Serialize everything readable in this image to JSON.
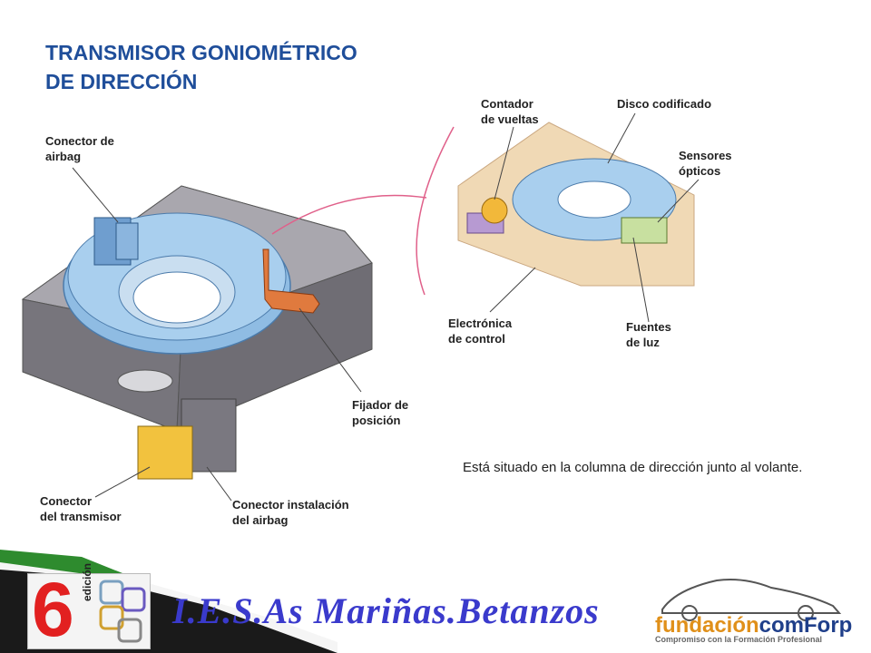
{
  "title": {
    "line1": "TRANSMISOR GONIOMÉTRICO",
    "line2": "DE DIRECCIÓN"
  },
  "labels": {
    "conector_airbag": [
      "Conector de",
      "airbag"
    ],
    "fijador": [
      "Fijador de",
      "posición"
    ],
    "conector_transmisor": [
      "Conector",
      "del transmisor"
    ],
    "conector_instalacion": [
      "Conector instalación",
      "del airbag"
    ],
    "contador": [
      "Contador",
      "de vueltas"
    ],
    "disco": [
      "Disco codificado"
    ],
    "sensores": [
      "Sensores",
      "ópticos"
    ],
    "electronica": [
      "Electrónica",
      "de control"
    ],
    "fuentes": [
      "Fuentes",
      "de luz"
    ]
  },
  "description": "Está situado en la columna de dirección junto al volante.",
  "footer": {
    "school": "I.E.S.As Mariñas.Betanzos",
    "badge_number": "6",
    "badge_word": "edición",
    "logo_name_a": "fundación",
    "logo_name_b": "comForp",
    "logo_subtitle": "Compromiso con la Formación Profesional"
  },
  "colors": {
    "title": "#1f4e9a",
    "disc": "#9cc5e8",
    "housing": "#8a8790",
    "stripe": "#2e8b2e",
    "school_text": "#3a3acc"
  }
}
